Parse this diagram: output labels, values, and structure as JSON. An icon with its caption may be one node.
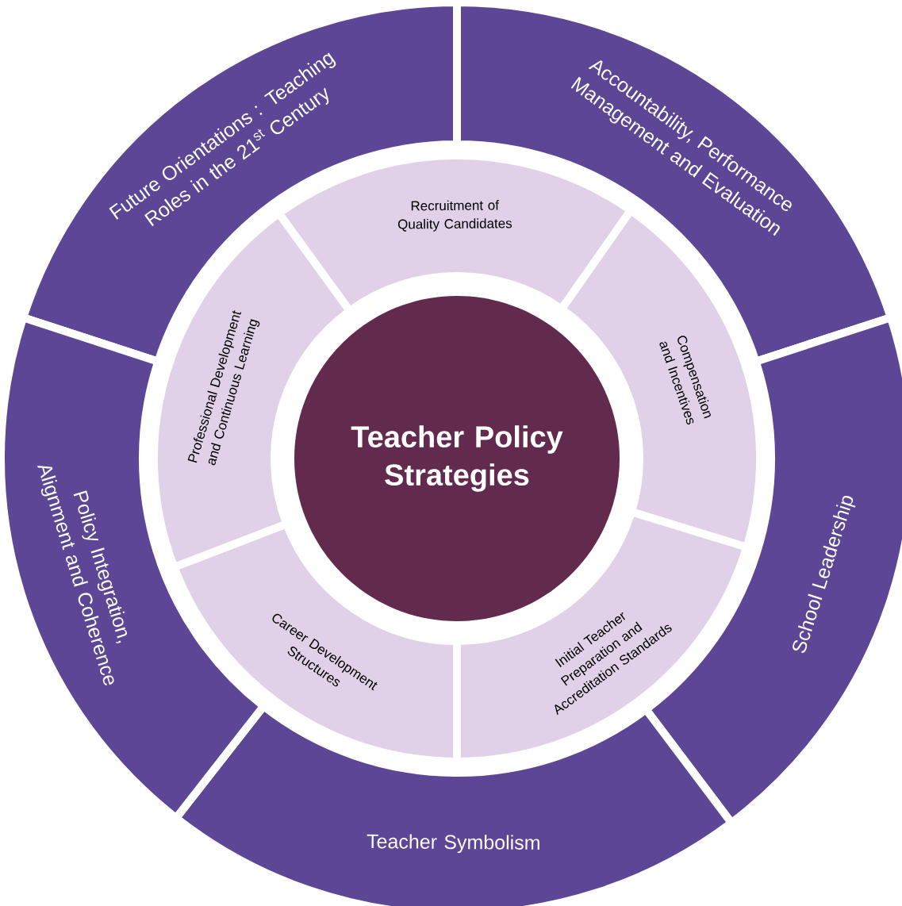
{
  "diagram": {
    "nodes": [
      {
        "text": [
          "Teacher Policy Strategies"
        ]
      },
      {
        "text": [
          "Recruitment of Quality Candidates"
        ]
      },
      {
        "text": [
          "Compensation and Incentives"
        ]
      },
      {
        "text": [
          "Initial Teacher Preparation and Accreditation Standards"
        ]
      },
      {
        "text": [
          "Career Development Structures"
        ]
      },
      {
        "text": [
          "Professional Development and Continuous Learning"
        ]
      },
      {
        "text": [
          "Future Orientations : Teaching Roles in the 21$^{st}$ Century"
        ]
      },
      {
        "text": [
          "Accountability, Performance Management and Evaluation"
        ]
      },
      {
        "text": [
          "School Leadership"
        ]
      },
      {
        "text": [
          "Teacher Symbolism"
        ]
      },
      {
        "text": [
          "Policy Integration, Alignment and Coherence"
        ]
      }
    ]
  }
}
